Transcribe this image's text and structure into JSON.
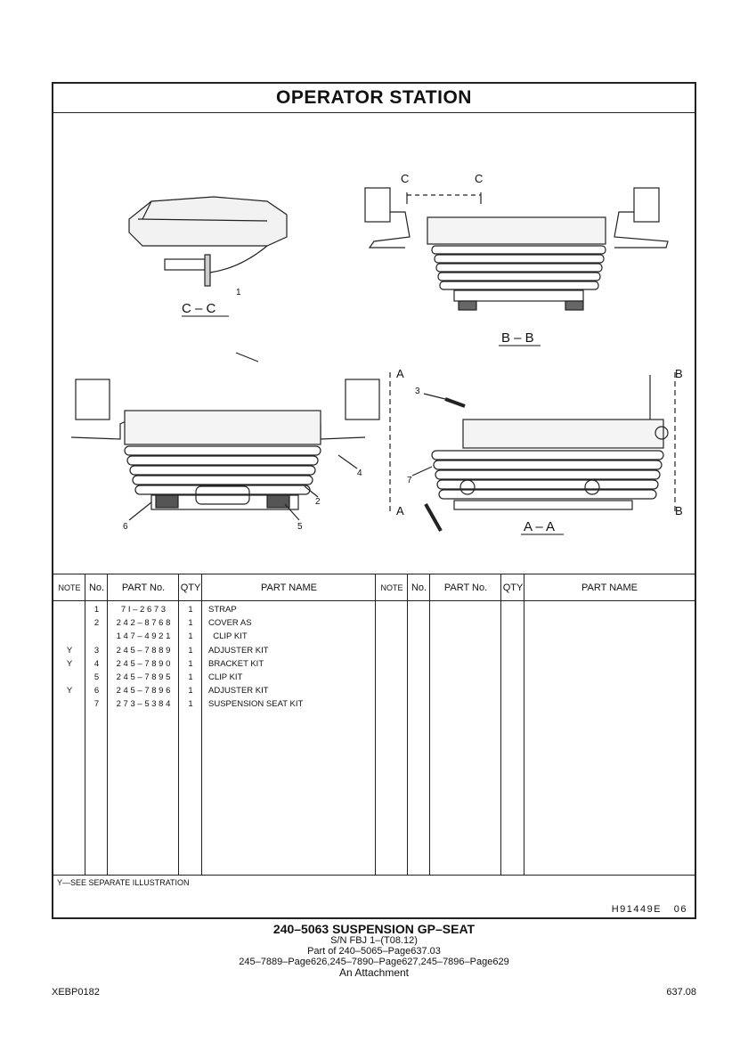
{
  "header": {
    "title": "OPERATOR   STATION"
  },
  "illustration": {
    "views": {
      "cc": "C – C",
      "bb": "B – B",
      "aa": "A – A"
    },
    "section_marks": [
      "C",
      "C",
      "A",
      "A",
      "B",
      "B"
    ],
    "callouts": [
      "1",
      "2",
      "3",
      "4",
      "5",
      "6",
      "7"
    ]
  },
  "table": {
    "columns": [
      "NOTE",
      "No.",
      "PART No.",
      "QTY",
      "PART NAME"
    ],
    "rows": [
      {
        "note": "",
        "no": "1",
        "part_no": "7 I – 2 6 7 3",
        "qty": "1",
        "name": "STRAP"
      },
      {
        "note": "",
        "no": "2",
        "part_no": "2 4 2 – 8 7 6 8",
        "qty": "1",
        "name": "COVER AS"
      },
      {
        "note": "",
        "no": "",
        "part_no": "1 4 7 – 4 9 2 1",
        "qty": "1",
        "name": "  CLIP KIT"
      },
      {
        "note": "Y",
        "no": "3",
        "part_no": "2 4 5 – 7 8 8 9",
        "qty": "1",
        "name": "ADJUSTER KIT"
      },
      {
        "note": "Y",
        "no": "4",
        "part_no": "2 4 5 – 7 8 9 0",
        "qty": "1",
        "name": "BRACKET KIT"
      },
      {
        "note": "",
        "no": "5",
        "part_no": "2 4 5 – 7 8 9 5",
        "qty": "1",
        "name": "CLIP KIT"
      },
      {
        "note": "Y",
        "no": "6",
        "part_no": "2 4 5 – 7 8 9 6",
        "qty": "1",
        "name": "ADJUSTER KIT"
      },
      {
        "note": "",
        "no": "7",
        "part_no": "2 7 3 – 5 3 8 4",
        "qty": "1",
        "name": "SUSPENSION SEAT KIT"
      }
    ],
    "footnote": "Y—SEE  SEPARATE  ILLUSTRATION",
    "drawing_number": "H91449E   06"
  },
  "caption": {
    "title": "240–5063  SUSPENSION  GP–SEAT",
    "serial": "S/N FBJ 1–(T08.12)",
    "part_of": "Part of 240–5065–Page637.03",
    "refs": "245–7889–Page626,245–7890–Page627,245–7896–Page629",
    "attachment": "An Attachment"
  },
  "footer": {
    "doc_code": "XEBP0182",
    "page": "637.08"
  }
}
